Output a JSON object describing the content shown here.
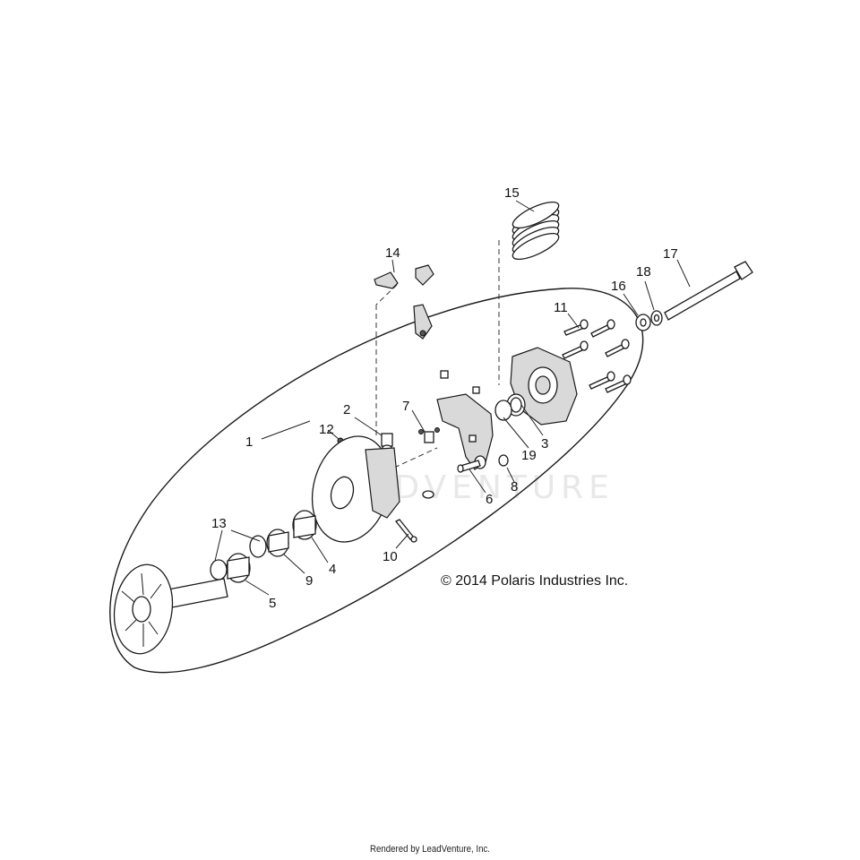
{
  "diagram": {
    "callouts": [
      {
        "id": "c1",
        "label": "1"
      },
      {
        "id": "c2",
        "label": "2"
      },
      {
        "id": "c3",
        "label": "3"
      },
      {
        "id": "c4",
        "label": "4"
      },
      {
        "id": "c5",
        "label": "5"
      },
      {
        "id": "c6",
        "label": "6"
      },
      {
        "id": "c7",
        "label": "7"
      },
      {
        "id": "c8",
        "label": "8"
      },
      {
        "id": "c9",
        "label": "9"
      },
      {
        "id": "c10",
        "label": "10"
      },
      {
        "id": "c11",
        "label": "11"
      },
      {
        "id": "c12",
        "label": "12"
      },
      {
        "id": "c13",
        "label": "13"
      },
      {
        "id": "c14",
        "label": "14"
      },
      {
        "id": "c15",
        "label": "15"
      },
      {
        "id": "c16",
        "label": "16"
      },
      {
        "id": "c17",
        "label": "17"
      },
      {
        "id": "c18",
        "label": "18"
      },
      {
        "id": "c19",
        "label": "19"
      }
    ],
    "copyright": "© 2014 Polaris Industries Inc.",
    "watermark": "LEADVENTURE"
  },
  "footer": {
    "text": "Rendered by LeadVenture, Inc."
  },
  "colors": {
    "line": "#1a1a1a",
    "background": "#ffffff",
    "watermark": "#e8e8e8"
  }
}
